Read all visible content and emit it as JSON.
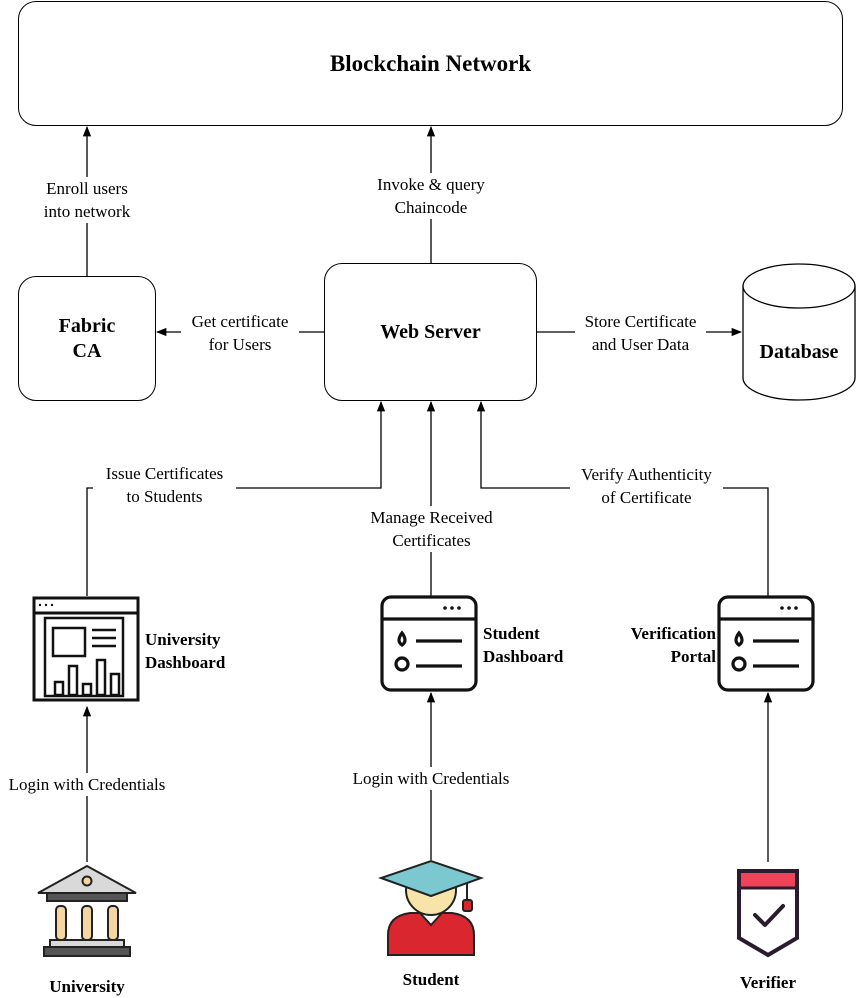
{
  "blockchain": {
    "title": "Blockchain Network"
  },
  "fabric_ca": {
    "line1": "Fabric",
    "line2": "CA"
  },
  "web_server": {
    "title": "Web Server"
  },
  "database": {
    "title": "Database"
  },
  "edges": {
    "enroll": {
      "line1": "Enroll users",
      "line2": "into network"
    },
    "invoke": {
      "line1": "Invoke & query",
      "line2": "Chaincode"
    },
    "get_cert": {
      "line1": "Get certificate",
      "line2": "for Users"
    },
    "store": {
      "line1": "Store Certificate",
      "line2": "and User Data"
    },
    "issue": {
      "line1": "Issue Certificates",
      "line2": "to Students"
    },
    "manage": {
      "line1": "Manage Received",
      "line2": "Certificates"
    },
    "verify": {
      "line1": "Verify Authenticity",
      "line2": "of Certificate"
    },
    "login_university": "Login with Credentials",
    "login_student": "Login with Credentials"
  },
  "dashboards": {
    "university": {
      "line1": "University",
      "line2": "Dashboard",
      "icon": "dashboard-chart-icon"
    },
    "student": {
      "line1": "Student",
      "line2": "Dashboard",
      "icon": "browser-list-icon"
    },
    "verification": {
      "line1": "Verification",
      "line2": "Portal",
      "icon": "browser-list-icon"
    }
  },
  "actors": {
    "university": {
      "label": "University",
      "icon": "university-building-icon"
    },
    "student": {
      "label": "Student",
      "icon": "graduate-student-icon"
    },
    "verifier": {
      "label": "Verifier",
      "icon": "verified-shield-icon"
    }
  },
  "colors": {
    "graduate_cap": "#7cc8d0",
    "graduate_gown": "#d9262f",
    "graduate_face": "#f8e3a8",
    "university_columns": "#f4d7a0",
    "university_roof": "#d9d9d9",
    "verifier_badge": "#f0435a"
  }
}
